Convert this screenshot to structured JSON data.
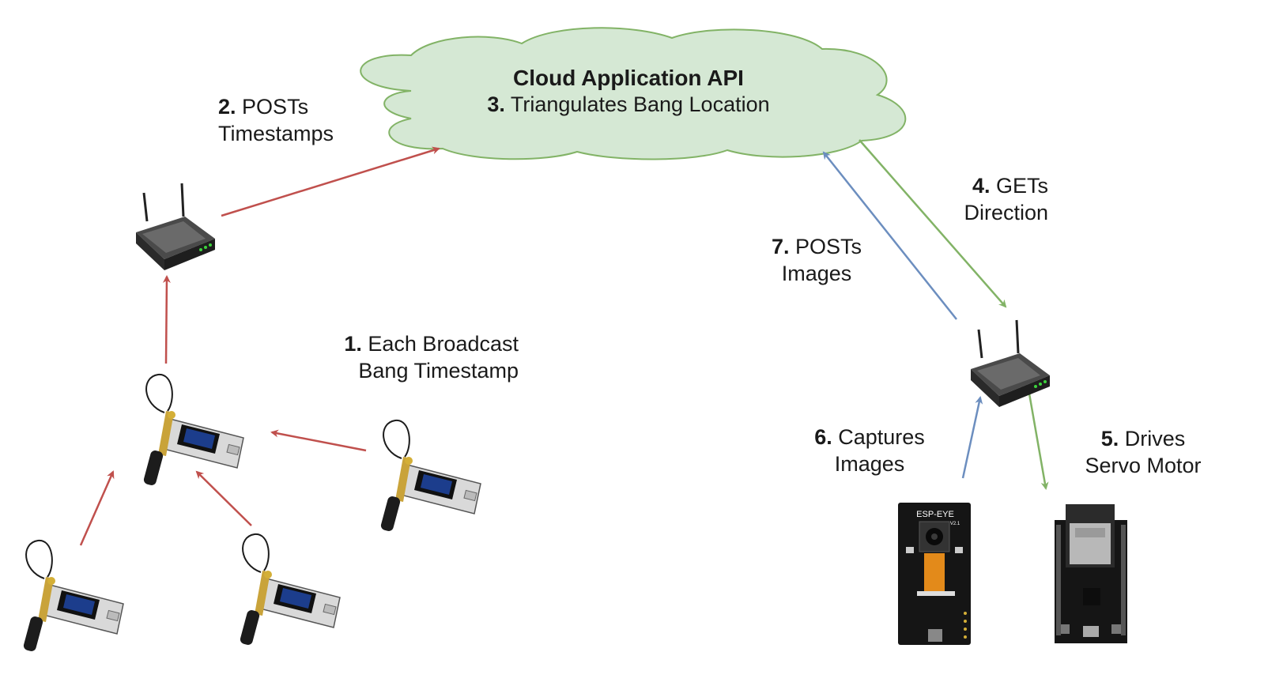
{
  "cloud": {
    "title": "Cloud Application API",
    "step_num": "3.",
    "step_text": "Triangulates Bang Location",
    "fill": "#d5e8d4",
    "stroke": "#82b366"
  },
  "steps": {
    "s1": {
      "num": "1.",
      "line1": "Each Broadcast",
      "line2": "Bang Timestamp"
    },
    "s2": {
      "num": "2.",
      "line1": "POSTs",
      "line2": "Timestamps"
    },
    "s4": {
      "num": "4.",
      "line1": "GETs",
      "line2": "Direction"
    },
    "s5": {
      "num": "5.",
      "line1": "Drives",
      "line2": "Servo Motor"
    },
    "s6": {
      "num": "6.",
      "line1": "Captures",
      "line2": "Images"
    },
    "s7": {
      "num": "7.",
      "line1": "POSTs",
      "line2": "Images"
    }
  },
  "boards": {
    "esp_eye": {
      "label": "ESP-EYE",
      "version": "V2.1"
    }
  },
  "colors": {
    "red_arrow": "#c0504d",
    "blue_arrow": "#6c8ebf",
    "green_arrow": "#82b366",
    "router_body": "#2b2b2b",
    "lora_board": "#e8e8e8",
    "antenna": "#1c1c1c"
  }
}
